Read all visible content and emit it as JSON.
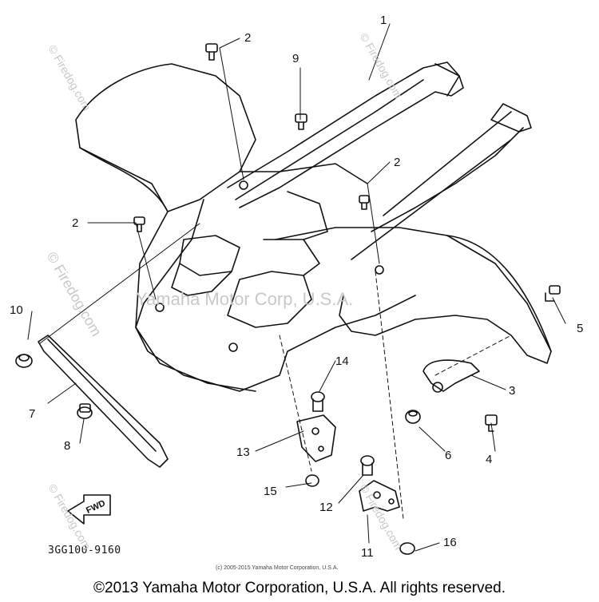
{
  "diagram": {
    "callouts": [
      {
        "id": "c1",
        "label": "1"
      },
      {
        "id": "c2a",
        "label": "2"
      },
      {
        "id": "c2b",
        "label": "2"
      },
      {
        "id": "c2c",
        "label": "2"
      },
      {
        "id": "c3",
        "label": "3"
      },
      {
        "id": "c4",
        "label": "4"
      },
      {
        "id": "c5",
        "label": "5"
      },
      {
        "id": "c6",
        "label": "6"
      },
      {
        "id": "c7",
        "label": "7"
      },
      {
        "id": "c8",
        "label": "8"
      },
      {
        "id": "c9",
        "label": "9"
      },
      {
        "id": "c10",
        "label": "10"
      },
      {
        "id": "c11",
        "label": "11"
      },
      {
        "id": "c12",
        "label": "12"
      },
      {
        "id": "c13",
        "label": "13"
      },
      {
        "id": "c14",
        "label": "14"
      },
      {
        "id": "c15",
        "label": "15"
      },
      {
        "id": "c16",
        "label": "16"
      }
    ],
    "fwd_label": "FWD",
    "drawing_code": "3GG100-9160",
    "copyright_small": "(c) 2005-2015 Yamaha Motor Corporation, U.S.A.",
    "watermarks": {
      "firedog": "© Firedog.com",
      "yamaha": "Yamaha Motor Corp, U.S.A."
    }
  },
  "footer": {
    "copyright": "©2013 Yamaha Motor Corporation, U.S.A. All rights reserved."
  }
}
